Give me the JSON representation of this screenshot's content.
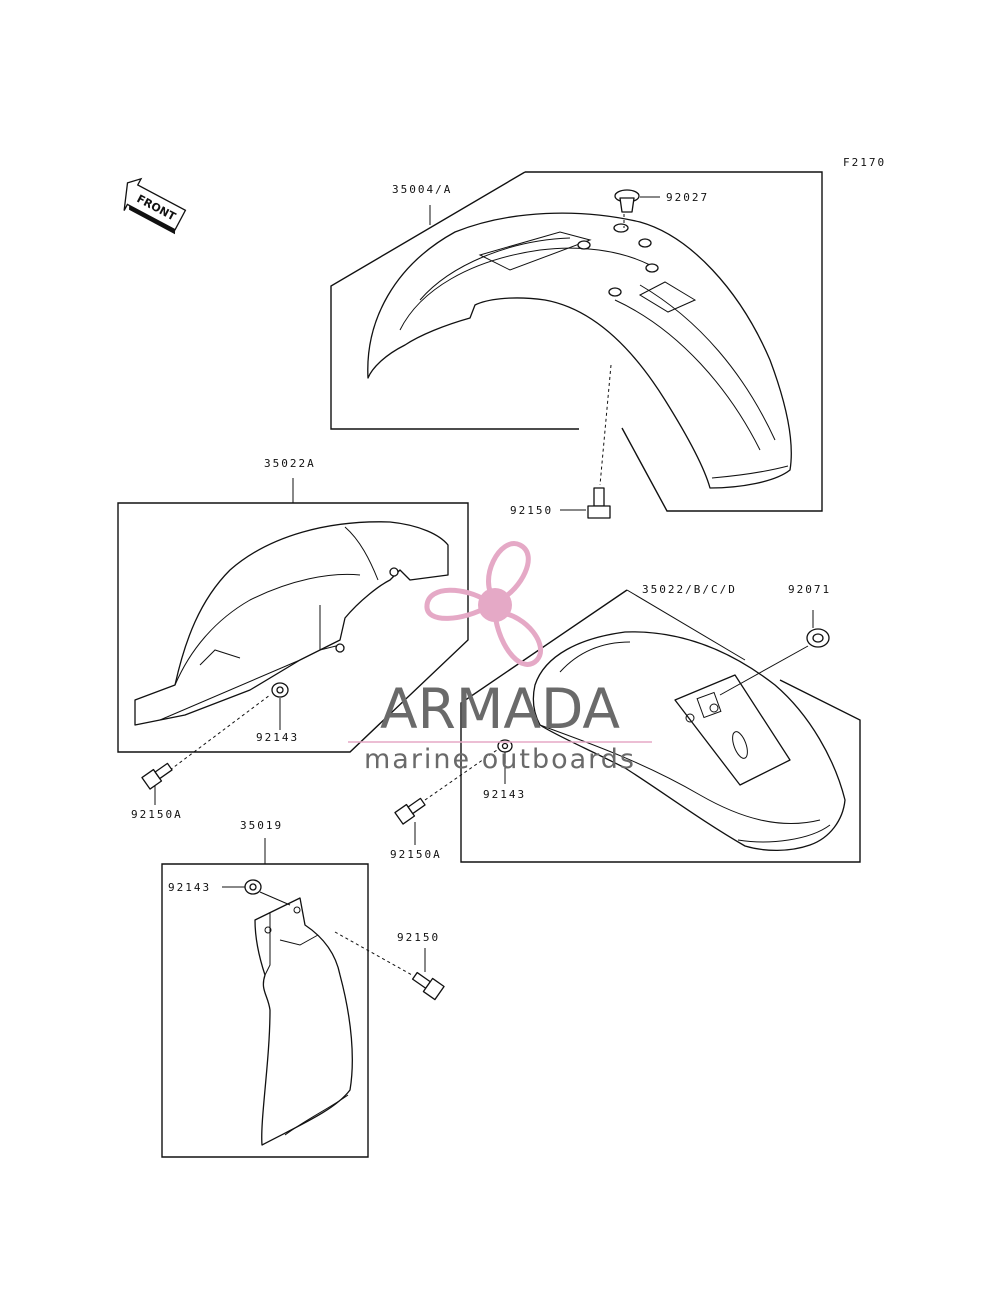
{
  "figure_code": "F2170",
  "front_arrow": {
    "label": "FRONT",
    "icon": "front-arrow-icon"
  },
  "watermark": {
    "brand": "ARMADA",
    "tagline": "marine outboards",
    "colors": {
      "propeller": "#e5a9c6",
      "text": "#6a6a6a"
    }
  },
  "parts": {
    "front_fender": "35004/A",
    "fender_bolt_top": "92027",
    "fender_bolt_bottom": "92150",
    "rear_fender_a": "35022A",
    "washer_a": "92143",
    "bolt_a": "92150A",
    "rear_fender_bcd": "35022/B/C/D",
    "grommet": "92071",
    "washer_bcd": "92143",
    "bolt_bcd": "92150A",
    "flap": "35019",
    "washer_flap": "92143",
    "bolt_flap": "92150"
  }
}
